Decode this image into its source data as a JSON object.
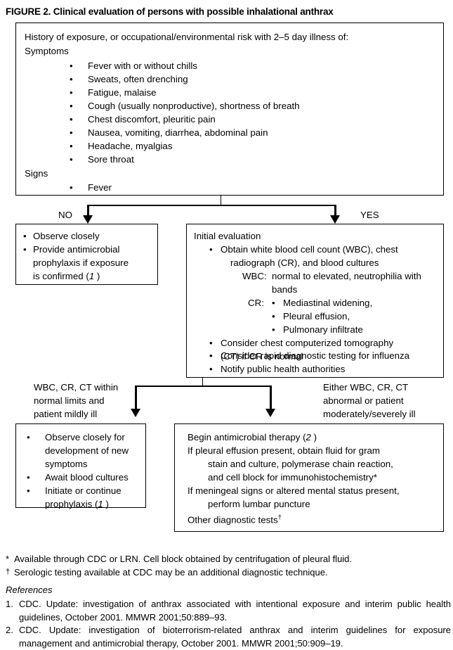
{
  "figure": {
    "title": "FIGURE 2. Clinical evaluation of persons with possible inhalational anthrax"
  },
  "top_box": {
    "heading": "History of exposure, or occupational/environmental risk with 2–5 day illness of:",
    "symptoms_label": "Symptoms",
    "symptoms": [
      "Fever with or without chills",
      "Sweats, often drenching",
      "Fatigue, malaise",
      "Cough (usually nonproductive), shortness of breath",
      "Chest discomfort, pleuritic pain",
      "Nausea, vomiting, diarrhea, abdominal pain",
      "Headache, myalgias",
      "Sore throat"
    ],
    "signs_label": "Signs",
    "signs": [
      "Fever"
    ]
  },
  "branches": {
    "no_label": "NO",
    "yes_label": "YES",
    "bullet": "•"
  },
  "no_box": {
    "items": [
      "Observe closely",
      "Provide antimicrobial",
      "prophylaxis if exposure",
      "is confirmed (1 )"
    ],
    "line1": "Observe closely",
    "line2": "Provide antimicrobial",
    "line3": "prophylaxis if exposure",
    "line4_pre": "is confirmed (",
    "line4_ref": "1",
    "line4_post": " )"
  },
  "initial_eval_box": {
    "heading": "Initial evaluation",
    "b1_l1": "Obtain white blood cell count (WBC), chest",
    "b1_l2": "radiograph (CR), and blood cultures",
    "wbc_label": "WBC:",
    "wbc_l1": "normal to elevated, neutrophilia with",
    "wbc_l2": "bands",
    "cr_label": "CR:",
    "cr_items": [
      "Mediastinal widening,",
      "Pleural effusion,",
      "Pulmonary infiltrate"
    ],
    "b2_l1": "Consider chest computerized tomography",
    "b2_l2": "(CT) if CR is normal",
    "b3": "Consider rapid diagnostic testing for influenza",
    "b4": "Notify public health authorities"
  },
  "lower_labels": {
    "left": [
      "WBC, CR, CT within",
      "normal limits and",
      "patient mildly ill"
    ],
    "right": [
      "Either WBC, CR, CT",
      "abnormal or patient",
      "moderately/severely ill"
    ]
  },
  "observe_box": {
    "b1_l1": "Observe closely for",
    "b1_l2": "development of new",
    "b1_l3": "symptoms",
    "b2": "Await blood cultures",
    "b3_l1": "Initiate or continue",
    "b3_l2_pre": "prophylaxis (",
    "b3_l2_ref": "1",
    "b3_l2_post": " )"
  },
  "therapy_box": {
    "l1_pre": "Begin antimicrobial therapy (",
    "l1_ref": "2",
    "l1_post": " )",
    "l2": "If pleural effusion present, obtain fluid for gram",
    "l3": "stain and culture, polymerase chain reaction,",
    "l4": "and cell block for immunohistochemistry*",
    "l5": "If meningeal signs or altered mental status present,",
    "l6": "perform lumbar puncture",
    "l7_pre": "Other diagnostic tests",
    "l7_sup": "†"
  },
  "footnotes": {
    "star_mark": "*",
    "star_text": "Available through CDC or LRN. Cell block obtained by centrifugation of pleural fluid.",
    "dagger_mark": "†",
    "dagger_text": "Serologic testing available at CDC may be an additional diagnostic technique."
  },
  "references": {
    "heading": "References",
    "items": [
      {
        "num": "1.",
        "text": "CDC. Update: investigation of anthrax associated with intentional exposure and interim public health guidelines, October 2001. MMWR 2001;50:889–93."
      },
      {
        "num": "2.",
        "text": "CDC. Update: investigation of bioterrorism-related anthrax and interim guidelines for exposure management and antimicrobial therapy, October 2001. MMWR 2001;50:909–19."
      }
    ]
  }
}
